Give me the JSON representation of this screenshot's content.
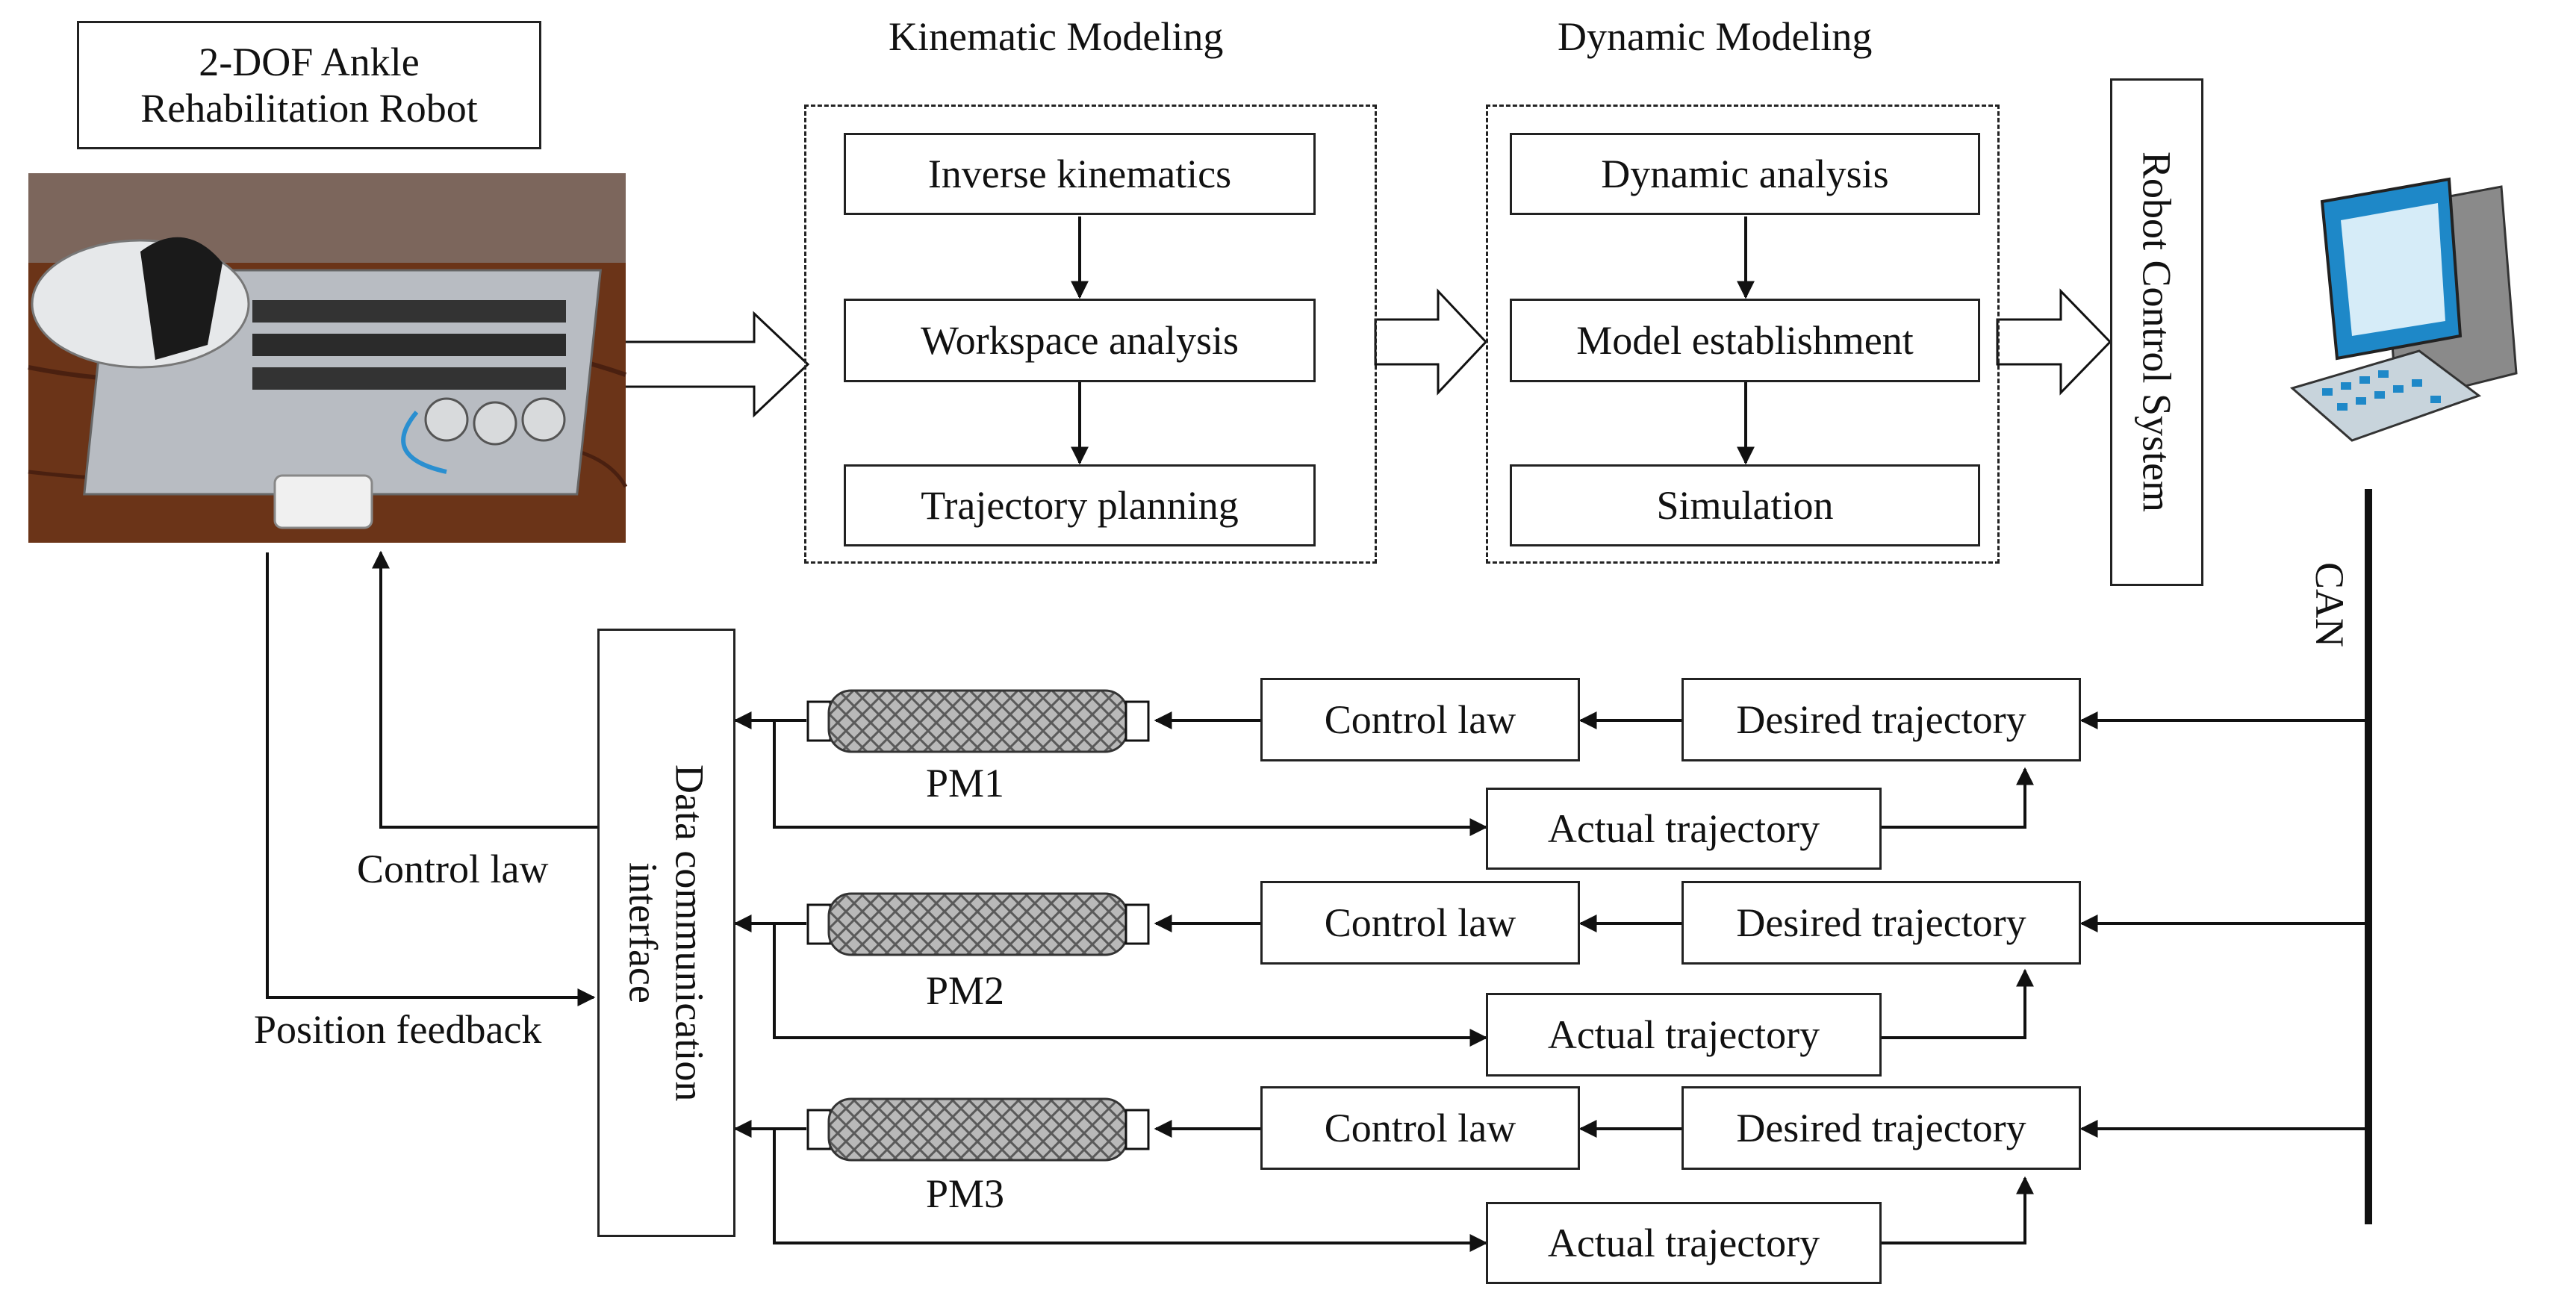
{
  "robot": {
    "title_line1": "2-DOF Ankle",
    "title_line2": "Rehabilitation Robot"
  },
  "kinematic": {
    "heading": "Kinematic Modeling",
    "steps": [
      "Inverse kinematics",
      "Workspace analysis",
      "Trajectory planning"
    ]
  },
  "dynamic": {
    "heading": "Dynamic Modeling",
    "steps": [
      "Dynamic analysis",
      "Model establishment",
      "Simulation"
    ]
  },
  "control_system": "Robot Control System",
  "bus_label": "CAN",
  "interface": {
    "line1": "Data communication",
    "line2": "interface"
  },
  "feedback_labels": {
    "control_law": "Control law",
    "position_feedback": "Position feedback"
  },
  "channels": [
    {
      "muscle": "PM1",
      "control": "Control law",
      "desired": "Desired trajectory",
      "actual": "Actual trajectory"
    },
    {
      "muscle": "PM2",
      "control": "Control law",
      "desired": "Desired trajectory",
      "actual": "Actual trajectory"
    },
    {
      "muscle": "PM3",
      "control": "Control law",
      "desired": "Desired trajectory",
      "actual": "Actual trajectory"
    }
  ],
  "colors": {
    "line": "#111111",
    "wood": "#7a3d1c",
    "muscle_mesh": "#9a9a9a",
    "monitor": "#1e88c8"
  }
}
